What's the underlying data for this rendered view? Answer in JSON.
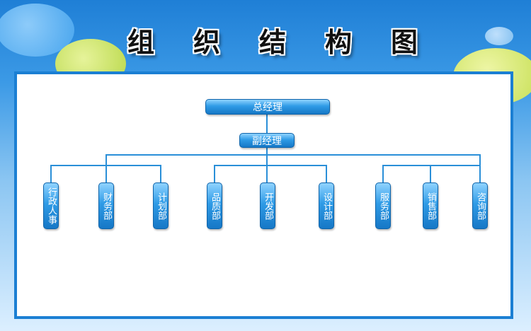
{
  "title": [
    "组",
    "织",
    "结",
    "构",
    "图"
  ],
  "org": {
    "root": "总经理",
    "second": "副经理",
    "departments": [
      "行政人事",
      "财务部",
      "计划部",
      "品质部",
      "开发部",
      "设计部",
      "服务部",
      "销售部",
      "咨询部"
    ]
  },
  "colors": {
    "node_top": "#8fd3ff",
    "node_bottom": "#1678c6",
    "connector": "#2a8fd8",
    "frame": "#1b7fd3"
  }
}
